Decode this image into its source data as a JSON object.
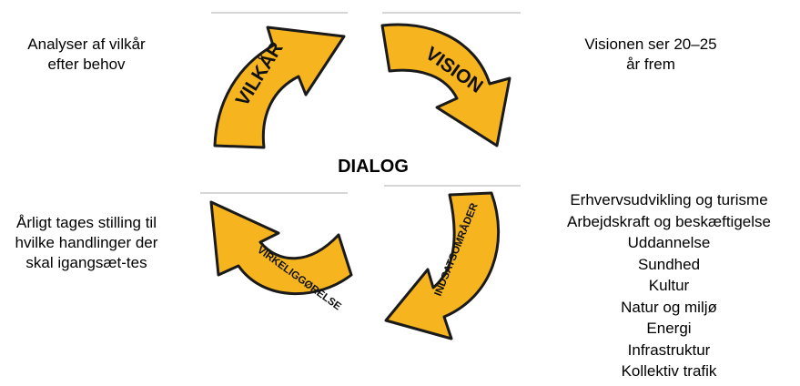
{
  "center_label": "DIALOG",
  "notes": {
    "top_left": "Analyser af vilkår efter behov",
    "top_right": "Visionen ser 20–25 år frem",
    "bottom_left": "Årligt tages stilling til hvilke handlinger der skal igangsæt-tes"
  },
  "arrows": {
    "top_left": "VILKÅR",
    "top_right": "VISION",
    "bottom_right": "INDSATSOMRÅDER",
    "bottom_left": "VIRKELIGGØRELSE"
  },
  "focus_areas": [
    "Erhvervsudvikling og turisme",
    "Arbejdskraft og beskæftigelse",
    "Uddannelse",
    "Sundhed",
    "Kultur",
    "Natur og miljø",
    "Energi",
    "Infrastruktur",
    "Kollektiv trafik"
  ],
  "colors": {
    "arrow_fill": "#f6b51f",
    "arrow_stroke": "#1a1a1a"
  }
}
